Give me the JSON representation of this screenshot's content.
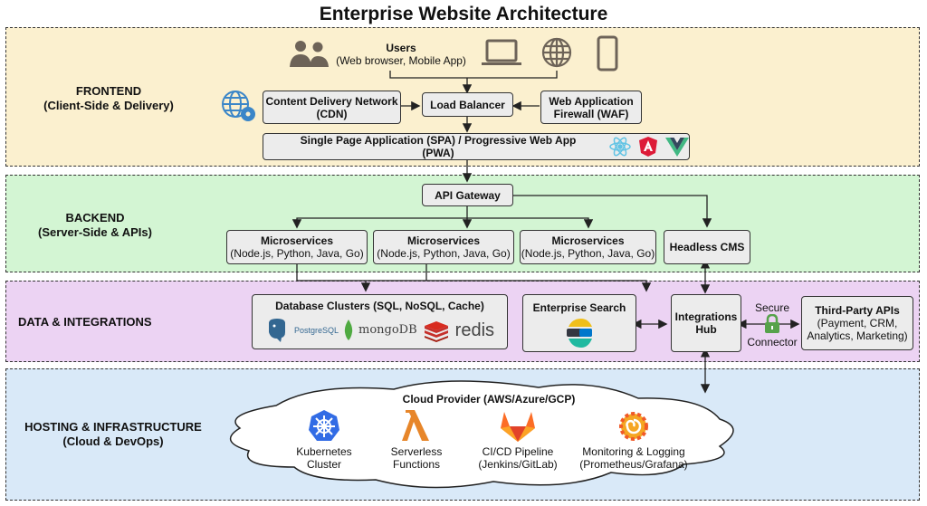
{
  "title": "Enterprise Website Architecture",
  "layers": {
    "frontend": {
      "title": "FRONTEND",
      "subtitle": "(Client-Side & Delivery)"
    },
    "backend": {
      "title": "BACKEND",
      "subtitle": "(Server-Side & APIs)"
    },
    "data": {
      "title": "DATA & INTEGRATIONS"
    },
    "hosting": {
      "title": "HOSTING & INFRASTRUCTURE",
      "subtitle": "(Cloud & DevOps)"
    }
  },
  "frontend": {
    "users_title": "Users",
    "users_subtitle": "(Web browser, Mobile App)",
    "cdn_title": "Content Delivery Network",
    "cdn_subtitle": "(CDN)",
    "load_balancer": "Load Balancer",
    "waf_title": "Web Application",
    "waf_subtitle": "Firewall (WAF)",
    "spa": "Single Page Application (SPA) / Progressive Web App (PWA)",
    "framework_icons": [
      "react-icon",
      "angular-icon",
      "vue-icon"
    ]
  },
  "backend": {
    "api_gateway": "API Gateway",
    "microservices": [
      {
        "title": "Microservices",
        "subtitle": "(Node.js, Python, Java, Go)"
      },
      {
        "title": "Microservices",
        "subtitle": "(Node.js, Python, Java, Go)"
      },
      {
        "title": "Microservices",
        "subtitle": "(Node.js, Python, Java, Go)"
      }
    ],
    "headless_cms": "Headless CMS"
  },
  "data": {
    "db_title": "Database Clusters (SQL, NoSQL, Cache)",
    "db_logos": [
      "PostgreSQL",
      "mongoDB",
      "redis"
    ],
    "search": "Enterprise Search",
    "hub_title": "Integrations",
    "hub_subtitle": "Hub",
    "secure_top": "Secure",
    "secure_bottom": "Connector",
    "third_title": "Third-Party APIs",
    "third_sub1": "(Payment, CRM,",
    "third_sub2": "Analytics, Marketing)"
  },
  "hosting": {
    "cloud_title": "Cloud Provider (AWS/Azure/GCP)",
    "services": [
      {
        "name": "Kubernetes",
        "sub": "Cluster"
      },
      {
        "name": "Serverless",
        "sub": "Functions"
      },
      {
        "name": "CI/CD Pipeline",
        "sub": "(Jenkins/GitLab)"
      },
      {
        "name": "Monitoring & Logging",
        "sub": "(Prometheus/Grafana)"
      }
    ]
  }
}
